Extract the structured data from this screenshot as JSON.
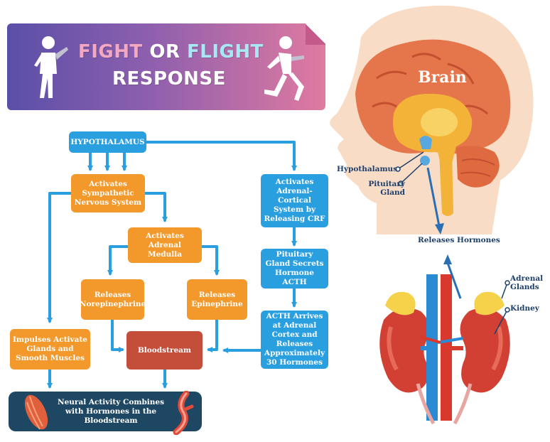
{
  "title": {
    "word_fight": "FIGHT",
    "word_or": "OR",
    "word_flight": "FLIGHT",
    "line2": "RESPONSE"
  },
  "flow": {
    "hypothalamus": "HYPOTHALAMUS",
    "activates_sns": "Activates Sympathetic Nervous System",
    "activates_adrenal_medulla": "Activates Adrenal Medulla",
    "releases_norepinephrine": "Releases Norepinephrine",
    "releases_epinephrine": "Releases Epinephrine",
    "bloodstream": "Bloodstream",
    "impulses": "Impulses Activate Glands and Smooth Muscles",
    "activates_adrenal_cortical": "Activates Adrenal-Cortical System by Releasing CRF",
    "pituitary_secretes": "Pituitary Gland Secrets Hormone ACTH",
    "acth_arrives": "ACTH Arrives at Adrenal Cortex and Releases Approximately 30 Hormones",
    "neural_activity": "Neural Activity Combines with Hormones in the Bloodstream"
  },
  "illustration": {
    "brain": "Brain",
    "hypothalamus": "Hypothalamus",
    "pituitary": "Pituitary Gland",
    "releases_hormones": "Releases Hormones",
    "adrenal_glands": "Adrenal Glands",
    "kidney": "Kidney"
  },
  "colors": {
    "blue": "#2a9fe0",
    "orange": "#f3982a",
    "red": "#c44e3a",
    "navy": "#1d4763",
    "arrow": "#2a9fe0"
  }
}
